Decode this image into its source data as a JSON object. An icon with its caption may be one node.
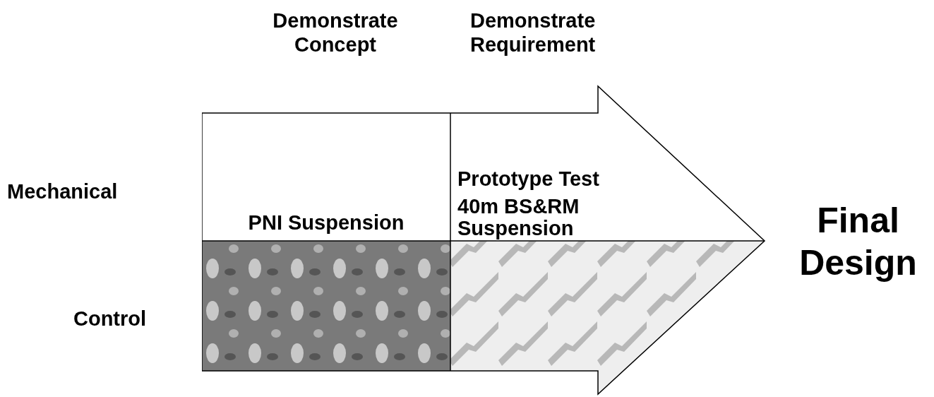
{
  "diagram": {
    "nodes": [
      {
        "text": [],
        "shape": "arrow"
      },
      {
        "text": [
          "PNI Suspension"
        ],
        "in": 0
      },
      {
        "text": [
          "Prototype Test",
          "40m BS&RM Suspension"
        ],
        "in": 0
      }
    ],
    "labels": [
      "Demonstrate Concept",
      "Demonstrate Requirement",
      "Mechanical",
      "Control",
      "Final Design"
    ]
  }
}
